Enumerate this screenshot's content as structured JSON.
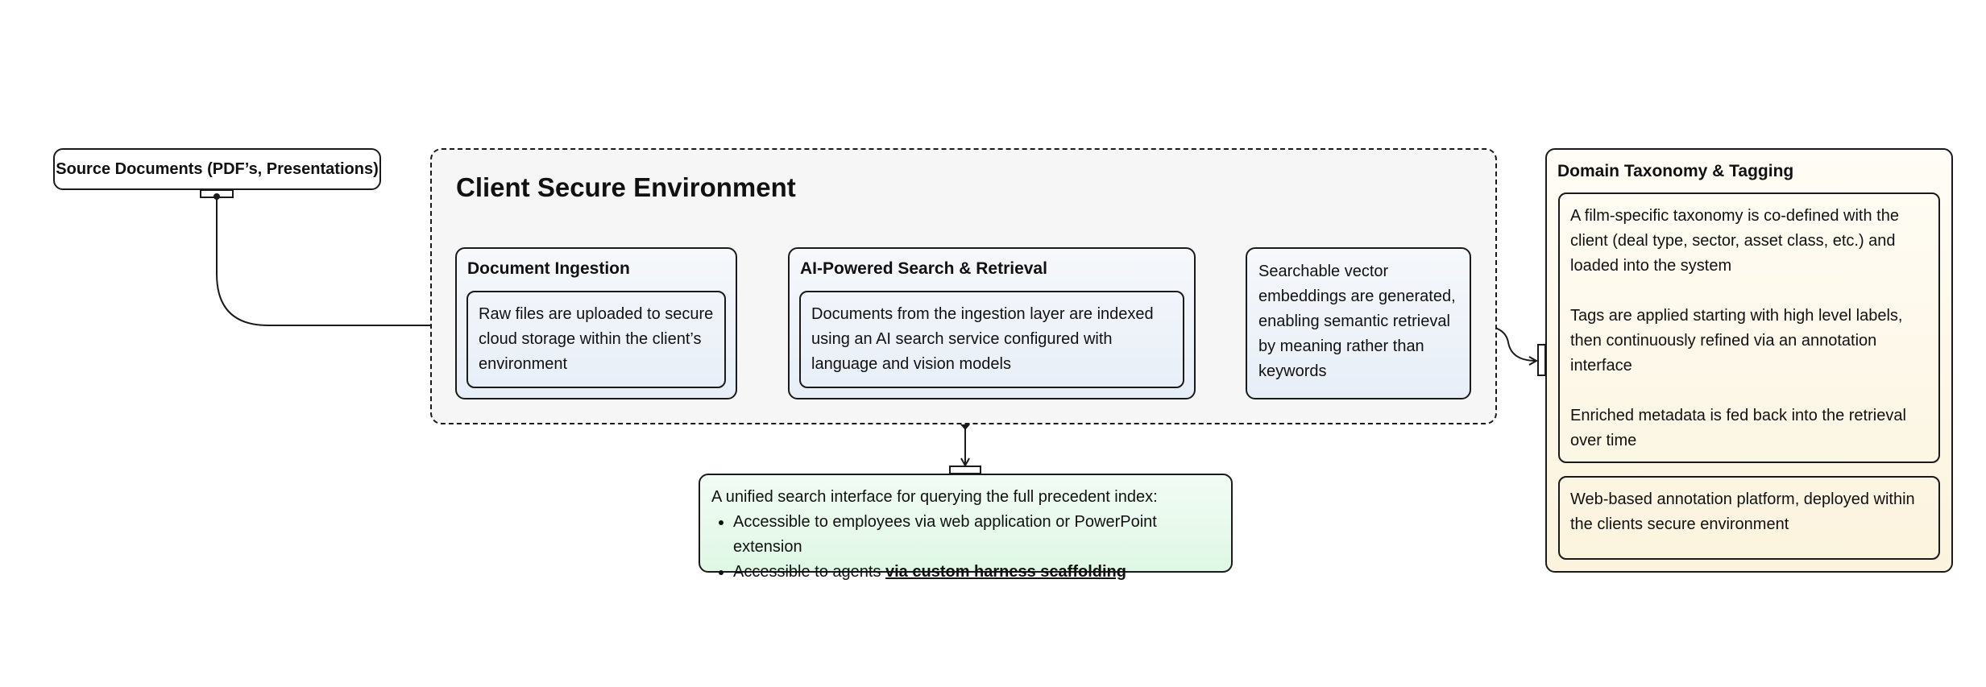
{
  "source": {
    "label": "Source Documents (PDF’s, Presentations)"
  },
  "secure_env": {
    "title": "Client Secure Environment",
    "ingestion": {
      "title": "Document Ingestion",
      "text": "Raw files are uploaded to secure cloud storage within the client’s environment"
    },
    "search": {
      "title": "AI-Powered Search & Retrieval",
      "text": "Documents from the ingestion layer are indexed using an AI search service configured with language and vision models"
    },
    "vectors": {
      "text": "Searchable vector embeddings are generated, enabling semantic retrieval by meaning rather than keywords"
    }
  },
  "domain": {
    "title": "Domain Taxonomy & Tagging",
    "taxonomy_items": [
      "A film-specific taxonomy is co-defined with the client (deal type, sector, asset class, etc.) and loaded into the system",
      "Tags are applied starting with high level labels, then continuously refined via an annotation interface",
      "Enriched metadata is fed back into the retrieval over time"
    ],
    "annotation": "Web-based annotation platform, deployed within the clients secure environment"
  },
  "interface": {
    "intro": "A unified search interface for querying the full precedent index:",
    "bullet1": "Accessible to employees via web application or PowerPoint extension",
    "bullet2_prefix": "Accessible to agents ",
    "bullet2_link": "via custom harness scaffolding"
  }
}
